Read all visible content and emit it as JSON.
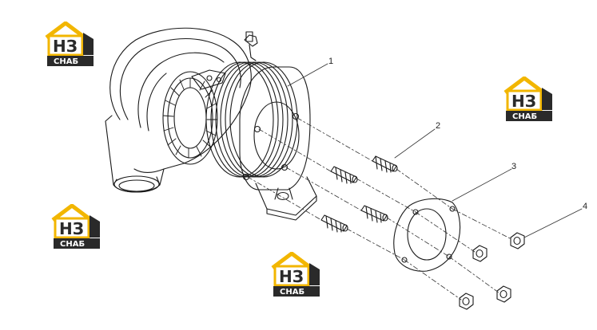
{
  "callouts": [
    {
      "id": "1",
      "label": "1"
    },
    {
      "id": "2",
      "label": "2"
    },
    {
      "id": "3",
      "label": "3"
    },
    {
      "id": "4",
      "label": "4"
    }
  ],
  "watermark": {
    "logo_letters": "НЗ",
    "logo_word": "СНАБ",
    "colors": {
      "yellow": "#f2b600",
      "dark": "#2a2a2a",
      "white": "#ffffff"
    }
  },
  "colors": {
    "line": "#1a1a1a",
    "leader": "#333333",
    "background": "#ffffff"
  }
}
